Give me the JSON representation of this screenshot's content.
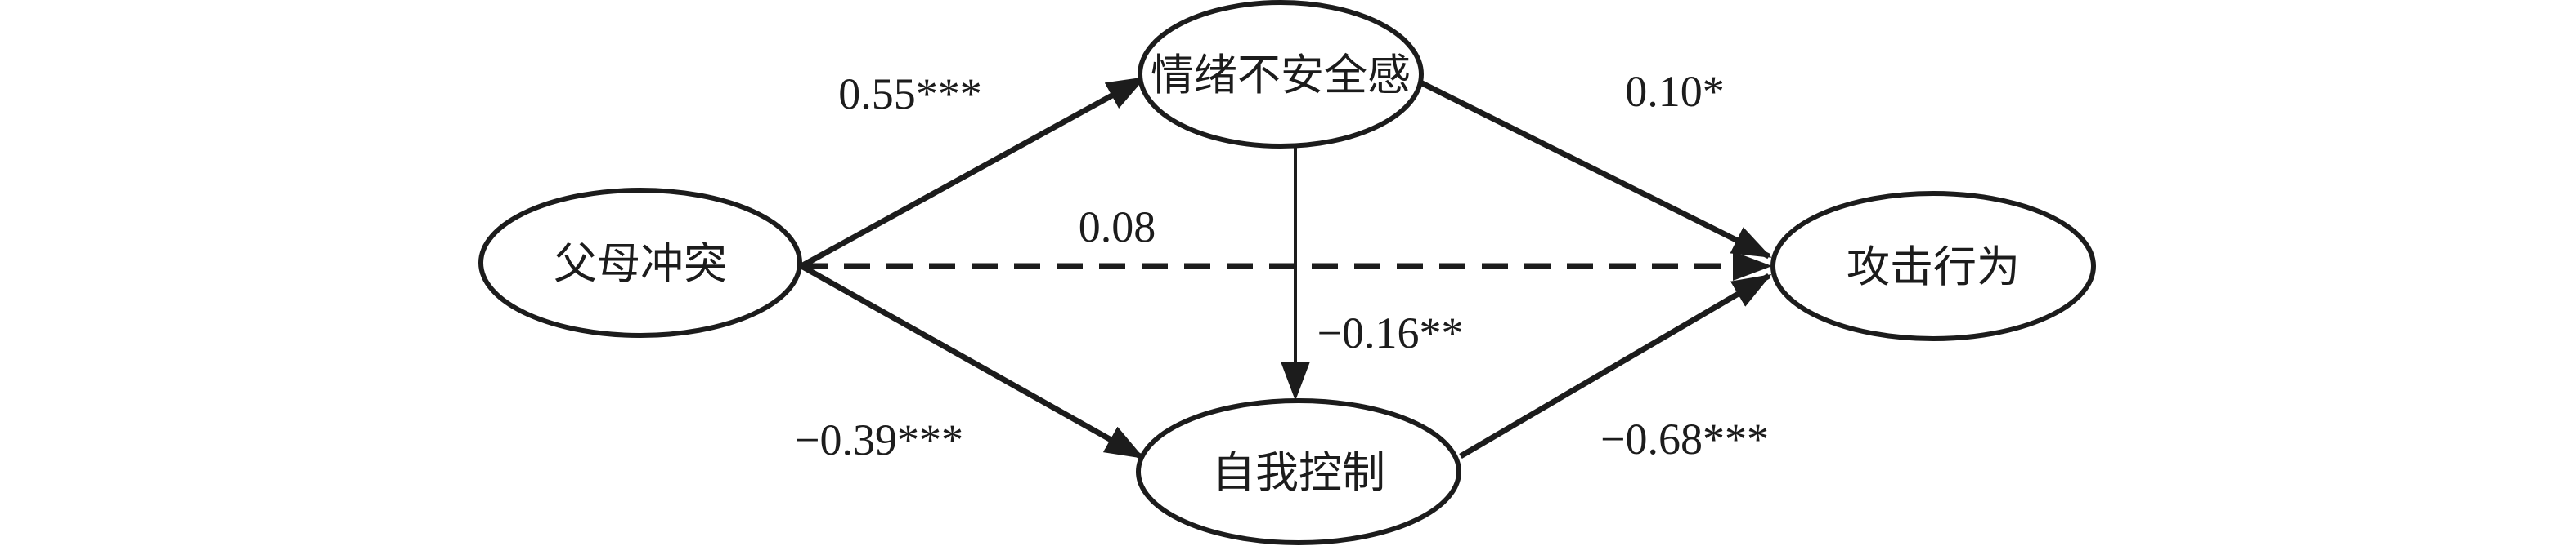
{
  "diagram": {
    "type": "path-model",
    "background_color": "#ffffff",
    "line_color": "#1c1c1c",
    "nodes": {
      "parental_conflict": {
        "label": "父母冲突",
        "shape": "ellipse"
      },
      "emotional_insecurity": {
        "label": "情绪不安全感",
        "shape": "ellipse"
      },
      "self_control": {
        "label": "自我控制",
        "shape": "ellipse"
      },
      "aggressive_behavior": {
        "label": "攻击行为",
        "shape": "ellipse"
      }
    },
    "edges": {
      "pc_to_ei": {
        "from": "父母冲突",
        "to": "情绪不安全感",
        "coefficient": "0.55***",
        "style": "solid"
      },
      "pc_to_ab": {
        "from": "父母冲突",
        "to": "攻击行为",
        "coefficient": "0.08",
        "style": "dashed"
      },
      "pc_to_sc": {
        "from": "父母冲突",
        "to": "自我控制",
        "coefficient": "−0.39***",
        "style": "solid"
      },
      "ei_to_ab": {
        "from": "情绪不安全感",
        "to": "攻击行为",
        "coefficient": "0.10*",
        "style": "solid"
      },
      "ei_to_sc": {
        "from": "情绪不安全感",
        "to": "自我控制",
        "coefficient": "−0.16**",
        "style": "solid"
      },
      "sc_to_ab": {
        "from": "自我控制",
        "to": "攻击行为",
        "coefficient": "−0.68***",
        "style": "solid"
      }
    }
  }
}
